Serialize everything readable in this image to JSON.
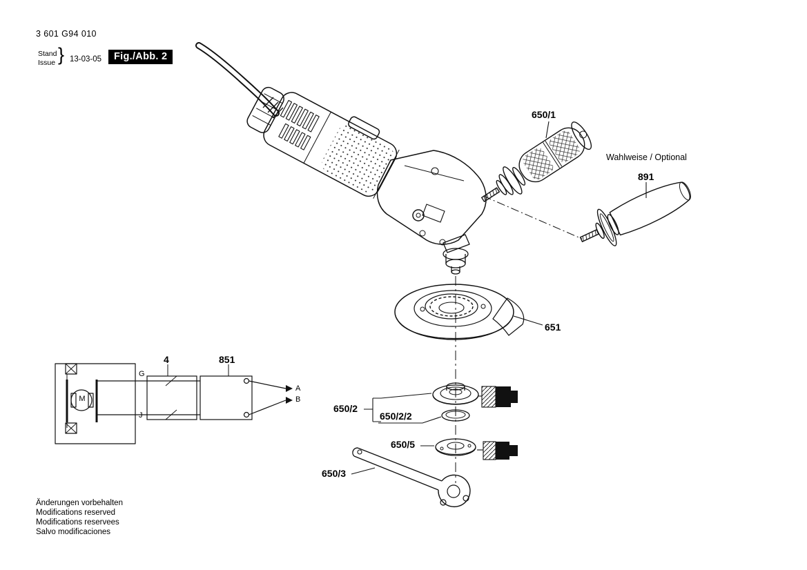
{
  "header": {
    "part_number": "3 601 G94 010",
    "stand": "Stand",
    "issue": "Issue",
    "brace": "}",
    "date": "13-03-05",
    "figure": "Fig./Abb. 2"
  },
  "callouts": {
    "aux_handle": "650/1",
    "optional_note": "Wahlweise / Optional",
    "anti_vibration_handle": "891",
    "wheel_guard": "651",
    "mounting_flange": "650/2",
    "o_ring": "650/2/2",
    "clamping_nut": "650/5",
    "pin_spanner": "650/3",
    "suppressor": "4",
    "module": "851"
  },
  "schematic": {
    "motor": "M",
    "terminal_top": "G",
    "terminal_bottom": "J",
    "lead_top": "A",
    "lead_bottom": "B"
  },
  "footer": {
    "lines": [
      "Änderungen vorbehalten",
      "Modifications reserved",
      "Modifications reservees",
      "Salvo modificaciones"
    ]
  },
  "colors": {
    "ink": "#000000",
    "background": "#ffffff",
    "badge_bg": "#000000",
    "badge_fg": "#ffffff"
  }
}
